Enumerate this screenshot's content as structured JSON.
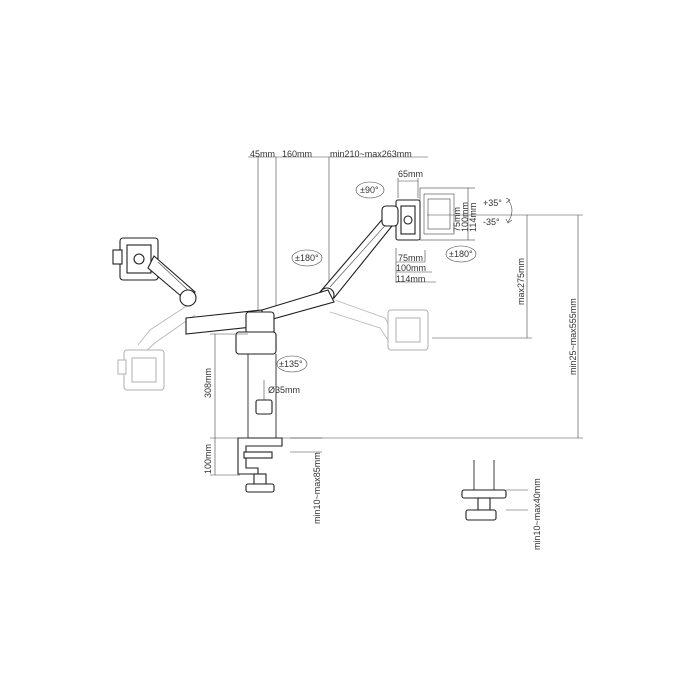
{
  "dimensions": {
    "top_45": "45mm",
    "top_160": "160mm",
    "top_arm": "min210~max263mm",
    "tilt_90": "±90°",
    "width_65": "65mm",
    "tilt_plus35": "+35°",
    "tilt_minus35": "-35°",
    "vesa_75v": "75mm",
    "vesa_100v": "100mm",
    "vesa_114v": "114mm",
    "vesa_75h": "75mm",
    "vesa_100h": "100mm",
    "vesa_114h": "114mm",
    "rot_180_left": "±180°",
    "rot_180_right": "±180°",
    "rot_135": "±135°",
    "max275": "max275mm",
    "range_height": "min25~max555mm",
    "pole_diameter": "Ø35mm",
    "pole_308": "308mm",
    "clamp_100": "100mm",
    "clamp_desk": "min10~max85mm",
    "grommet_desk": "min10~max40mm"
  }
}
